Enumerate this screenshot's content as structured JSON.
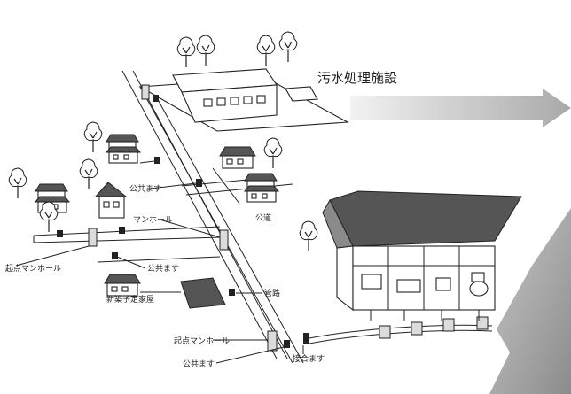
{
  "labels": {
    "treatment_plant": "汚水処理施設",
    "public_masu_1": "公共ます",
    "manhole_1": "マンホール",
    "public_road": "公道",
    "start_manhole_1": "起点マンホール",
    "public_masu_2": "公共ます",
    "pipe": "管路",
    "new_building_site": "新築予定家屋",
    "start_manhole_2": "起点マンホール",
    "public_masu_3": "公共ます",
    "connection_masu": "接合ます"
  },
  "colors": {
    "ink": "#222222",
    "roof_dark": "#555555",
    "arrow_gradient_start": "#f2f2f2",
    "arrow_gradient_end": "#a9a9a9",
    "mountain": "#9c9c9c"
  },
  "icons": [
    "house-icon",
    "tree-icon",
    "manhole-icon",
    "masu-box-icon",
    "toilet-icon",
    "bathtub-icon",
    "sink-icon",
    "arrow-right-icon"
  ]
}
